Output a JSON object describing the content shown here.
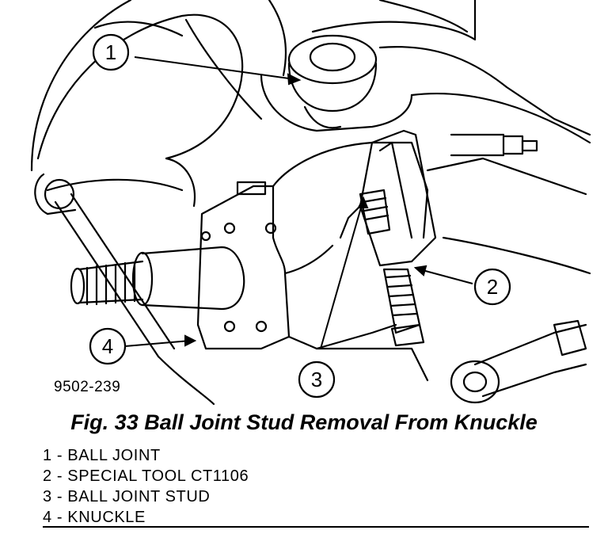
{
  "figure": {
    "code": "9502-239",
    "caption": "Fig. 33 Ball Joint Stud Removal From Knuckle",
    "callouts": [
      "1",
      "2",
      "3",
      "4"
    ]
  },
  "legend": [
    "1 - BALL JOINT",
    "2 - SPECIAL TOOL CT1106",
    "3 - BALL JOINT STUD",
    "4 - KNUCKLE"
  ]
}
